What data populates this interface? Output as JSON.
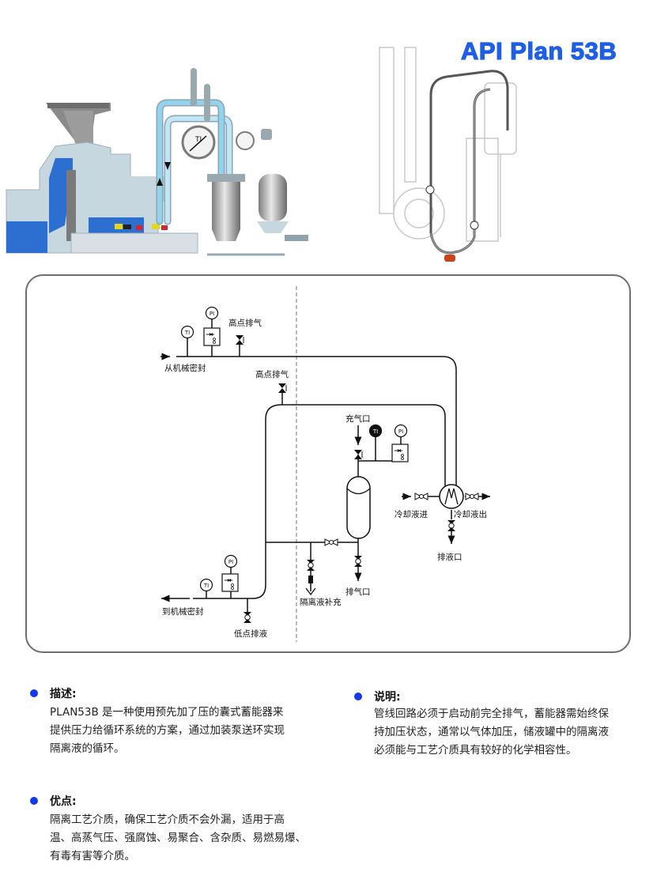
{
  "header": {
    "title": "API Plan 53B"
  },
  "illustrations": {
    "cutaway": {
      "gauge_label": "TI"
    },
    "isometric": {}
  },
  "diagram": {
    "instruments": {
      "ti": "TI",
      "pi": "PI"
    },
    "labels": {
      "from_seal": "从机械密封",
      "to_seal": "到机械密封",
      "high_vent_1": "高点排气",
      "high_vent_2": "高点排气",
      "charge_port": "充气口",
      "coolant_in": "冷却液进",
      "coolant_out": "冷却液出",
      "drain_port": "排液口",
      "vent_port": "排气口",
      "barrier_fill": "隔离液补充",
      "low_drain": "低点排液"
    }
  },
  "sections": {
    "description": {
      "title": "描述:",
      "lines": [
        "PLAN53B 是一种使用预先加了压的囊式蓄能器来",
        "提供压力给循环系统的方案，通过加装泵送环实现",
        "隔离液的循环。"
      ]
    },
    "notes": {
      "title": "说明:",
      "lines": [
        "管线回路必须于启动前完全排气，蓄能器需始终保",
        "持加压状态，通常以气体加压，储液罐中的隔离液",
        "必须能与工艺介质具有较好的化学相容性。"
      ]
    },
    "advantages": {
      "title": "优点:",
      "lines": [
        "隔离工艺介质，确保工艺介质不会外漏，适用于高",
        "温、高蒸气压、强腐蚀、易聚合、含杂质、易燃易爆、",
        "有毒有害等介质。"
      ]
    }
  },
  "colors": {
    "accent": "#1f5fe6",
    "bullet": "#1439e6",
    "frame": "#6e6e6e",
    "pipe_blue": "#8fd3ee",
    "seal_blue": "#2a6fcf"
  }
}
